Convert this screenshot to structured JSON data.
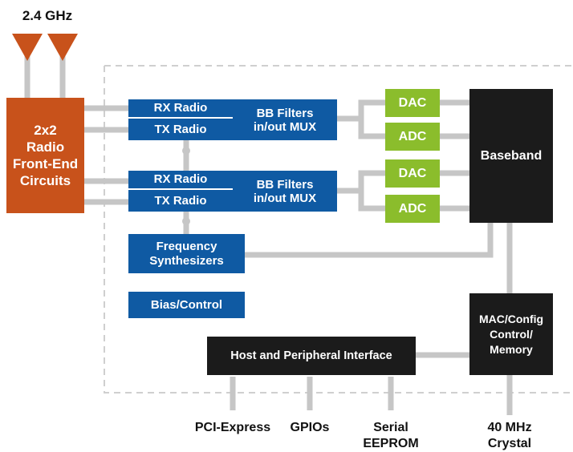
{
  "frequency_label": "2.4 GHz",
  "front_end": [
    "2x2",
    "Radio",
    "Front-End",
    "Circuits"
  ],
  "chains": [
    {
      "rx": "RX Radio",
      "tx": "TX Radio",
      "bb": [
        "BB Filters",
        "in/out MUX"
      ]
    },
    {
      "rx": "RX Radio",
      "tx": "TX Radio",
      "bb": [
        "BB Filters",
        "in/out MUX"
      ]
    }
  ],
  "dac_label": "DAC",
  "adc_label": "ADC",
  "baseband": "Baseband",
  "synth": [
    "Frequency",
    "Synthesizers"
  ],
  "bias": "Bias/Control",
  "mac": [
    "MAC/Config",
    "Control/",
    "Memory"
  ],
  "host": "Host and Peripheral Interface",
  "bottom_labels": {
    "pcie": "PCI-Express",
    "gpio": "GPIOs",
    "eeprom": [
      "Serial",
      "EEPROM"
    ],
    "crystal": [
      "40 MHz",
      "Crystal"
    ]
  },
  "colors": {
    "orange": "#c8521b",
    "blue": "#0f5aa3",
    "green": "#8bbd2c",
    "black": "#1b1b1b",
    "connector": "#c6c6c6",
    "dashed": "#cfcfcf"
  },
  "icons": [
    "antenna-icon",
    "antenna-icon"
  ]
}
